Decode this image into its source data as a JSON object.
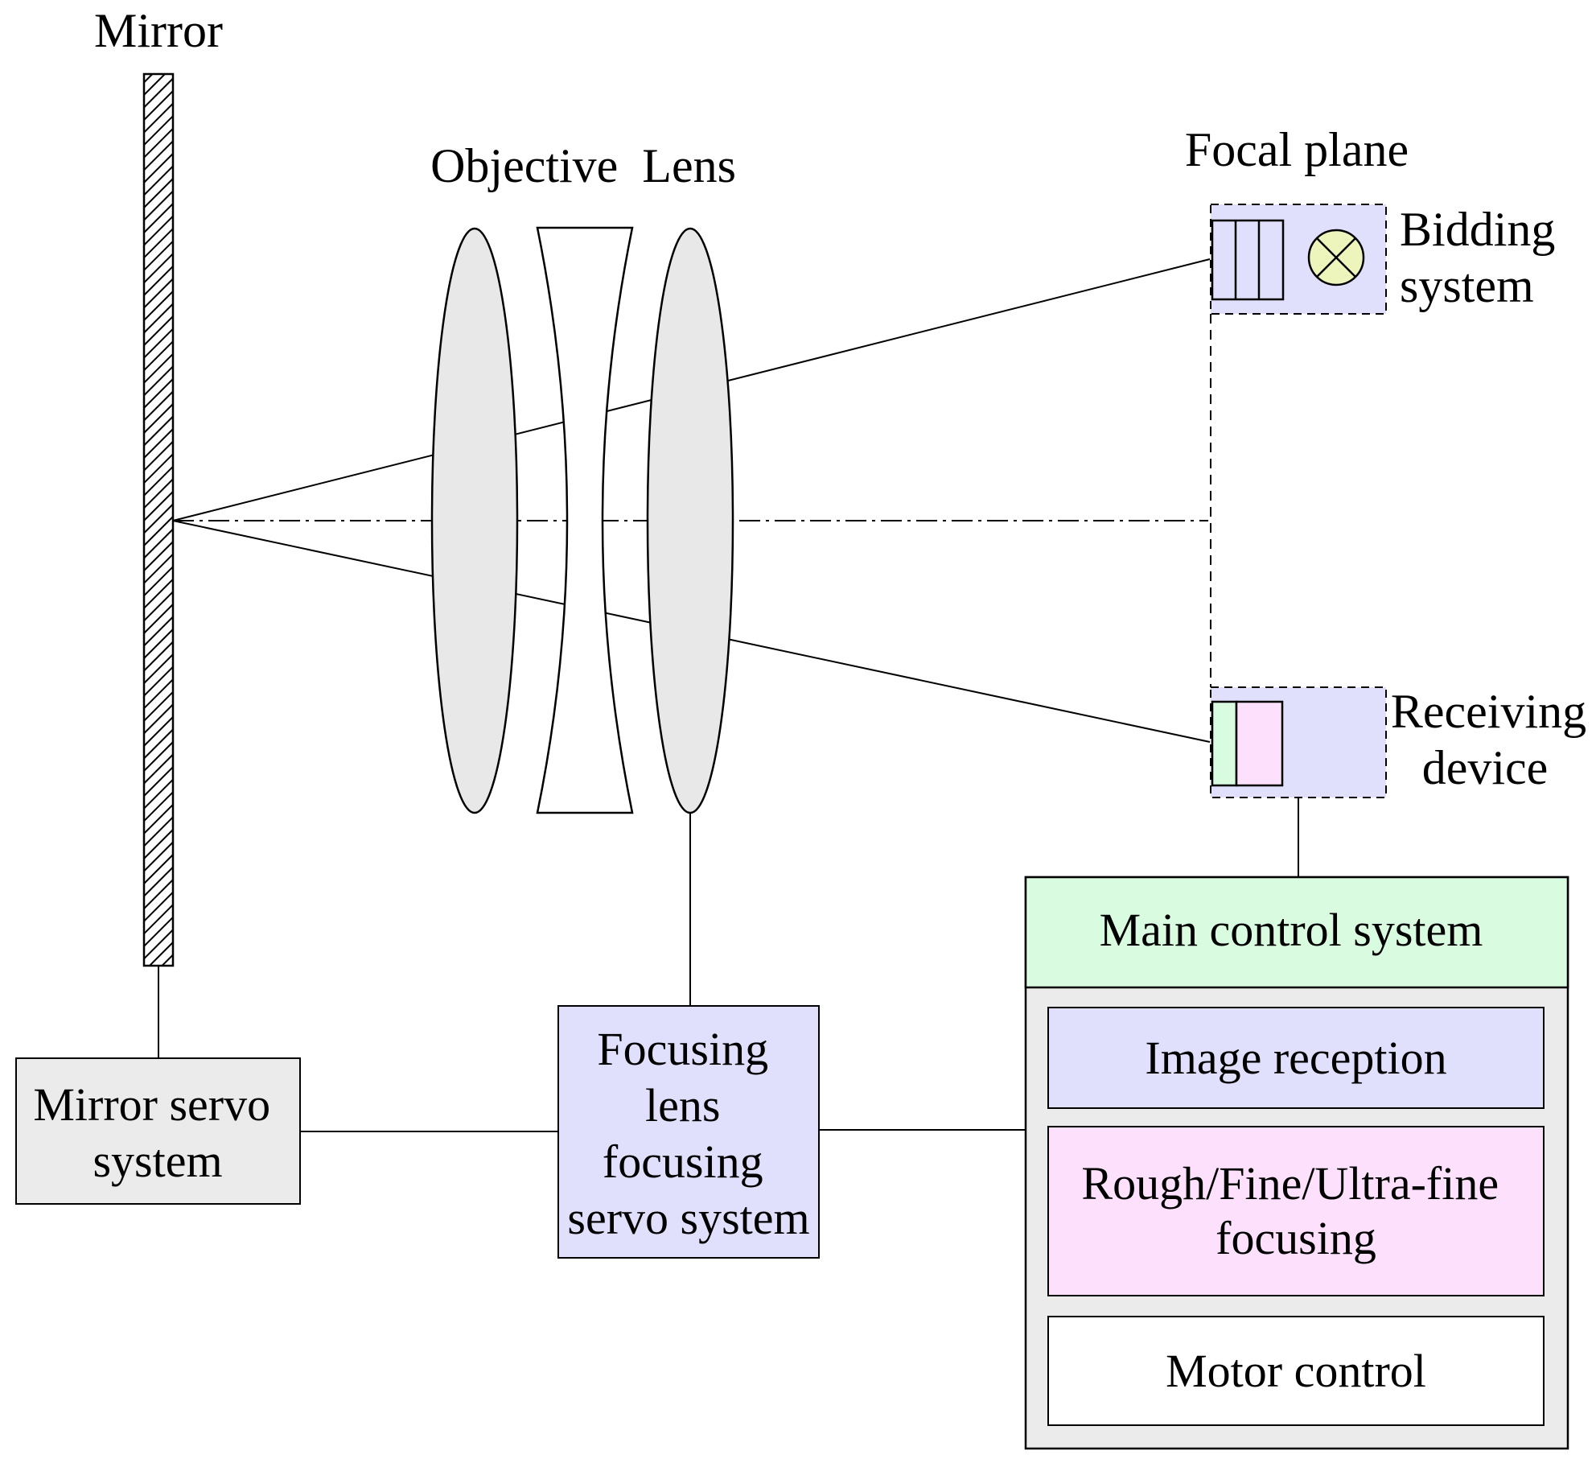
{
  "labels": {
    "mirror": "Mirror",
    "objective_lens": "Objective  Lens",
    "focal_plane": "Focal plane",
    "bidding_system": [
      "Bidding",
      "system"
    ],
    "receiving_device": [
      "Receiving",
      "device"
    ]
  },
  "boxes": {
    "mirror_servo": [
      "Mirror servo",
      "system"
    ],
    "focusing_servo": [
      "Focusing",
      "lens",
      "focusing",
      "servo system"
    ],
    "main_control": "Main control system",
    "image_reception": "Image reception",
    "focusing_modes": [
      "Rough/Fine/Ultra-fine",
      "focusing"
    ],
    "motor_control": "Motor control"
  },
  "colors": {
    "lens_fill": "#e8e8e8",
    "gray_box": "#ebebeb",
    "lavender": "#e0e0fc",
    "mint": "#d9fbdf",
    "pink": "#fce0fc",
    "target_yellow": "#eef5bc"
  }
}
